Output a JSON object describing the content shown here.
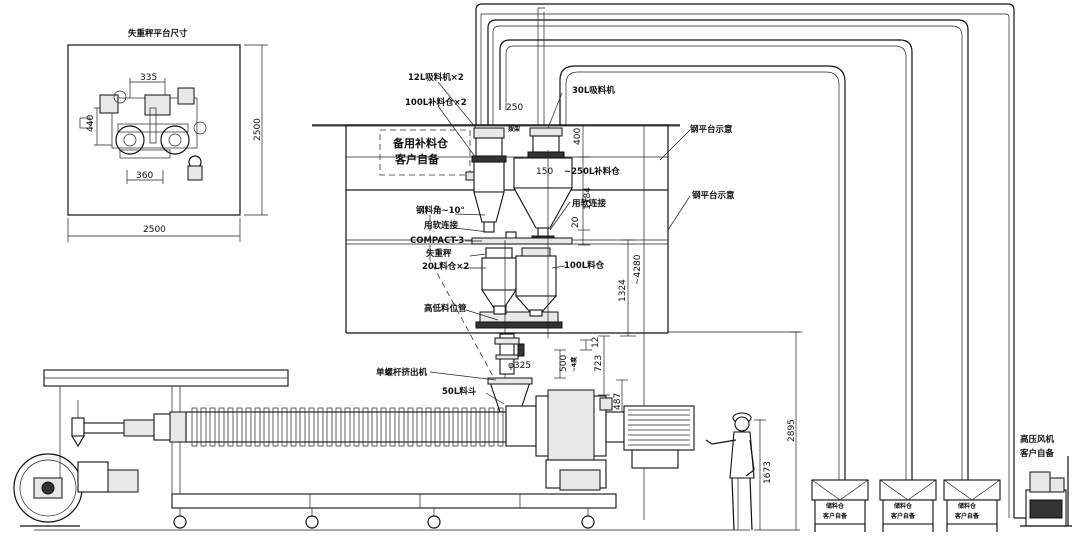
{
  "inset": {
    "title": "失重秤平台尺寸",
    "dim_335": "335",
    "dim_440": "440",
    "dim_360": "360",
    "dim_width": "2500",
    "dim_height": "2500"
  },
  "labels": {
    "loader_12l": "12L吸料机×2",
    "bin_100l_refill": "100L补料仓×2",
    "dim_250": "250",
    "small_label": "拨架",
    "loader_30l": "30L吸料机",
    "dim_400": "400",
    "spare_bin_line1": "备用补料仓",
    "spare_bin_line2": "客户自备",
    "dim_150": "150",
    "bin_250l": "~250L补料仓",
    "steel_platform_1": "钢平台示意",
    "steel_platform_2": "钢平台示意",
    "tilt_angle": "钢料角~10°",
    "soft_conn_1": "用软连接",
    "soft_conn_2": "用软连接",
    "dim_1184": "1184",
    "dim_20": "20",
    "compact": "COMPACT-3",
    "lw_scale": "失重秤",
    "bin_20l": "20L料仓×2",
    "bin_100l": "100L料仓",
    "dim_4280": "~4280",
    "dim_1324": "1324",
    "level_pipe": "高低料位管",
    "dim_12": "12",
    "dim_325": "φ325",
    "dim_723": "723",
    "dim_500": "500",
    "dim_shift": "~4度",
    "extruder": "单螺杆挤出机",
    "hopper_50l": "50L料斗",
    "dim_487": "487",
    "dim_2895": "2895",
    "dim_1673": "1673",
    "blower_line1": "高压风机",
    "blower_line2": "客户自备",
    "storage_line1": "储料仓",
    "storage_line2": "客户自备"
  }
}
